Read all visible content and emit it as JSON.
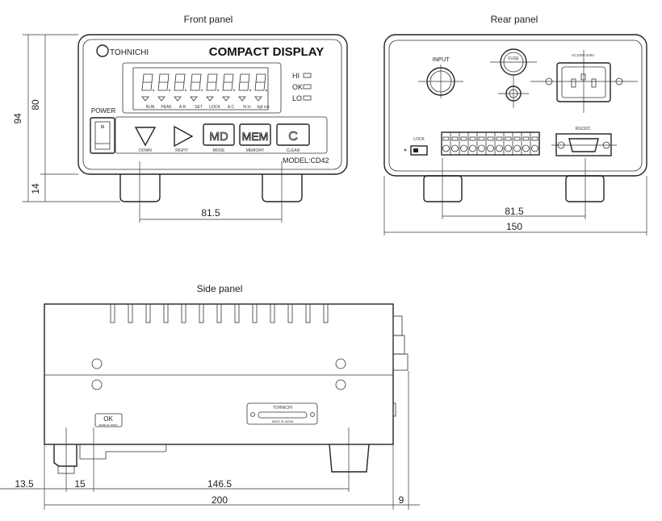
{
  "front": {
    "title": "Front panel",
    "brand": "TOHNICHI",
    "product": "COMPACT DISPLAY",
    "power": "POWER",
    "indicators": [
      "RUN",
      "PEAK",
      "A.R",
      "SET",
      "LOCK",
      "A.C",
      "N·m",
      "kgf·cm"
    ],
    "lamps": [
      "HI",
      "OK",
      "LO"
    ],
    "keys": {
      "md": "MD",
      "mem": "MEM",
      "c": "C"
    },
    "key_labels": [
      "DOWN",
      "RIGHT",
      "MODE",
      "MEMORY",
      "CLEAR"
    ],
    "model": "MODEL:CD42",
    "dims": {
      "height": "94",
      "body": "80",
      "foot": "14",
      "feet_span": "81.5"
    }
  },
  "rear": {
    "title": "Rear panel",
    "input": "INPUT",
    "fuse": "FUSE",
    "ac": "AC100V-240V",
    "lock": "LOCK",
    "rs232c": "RS232C",
    "dims": {
      "feet_span": "81.5",
      "width": "150"
    }
  },
  "side": {
    "title": "Side panel",
    "ok_label": "OK",
    "ok_sub": "MADE IN JAPAN",
    "plate_brand": "TOHNICHI",
    "plate_sub": "MADE IN JAPAN",
    "dims": {
      "front_offset": "13.5",
      "foot_offset": "15",
      "feet_span": "146.5",
      "length": "200",
      "rear": "9"
    }
  }
}
